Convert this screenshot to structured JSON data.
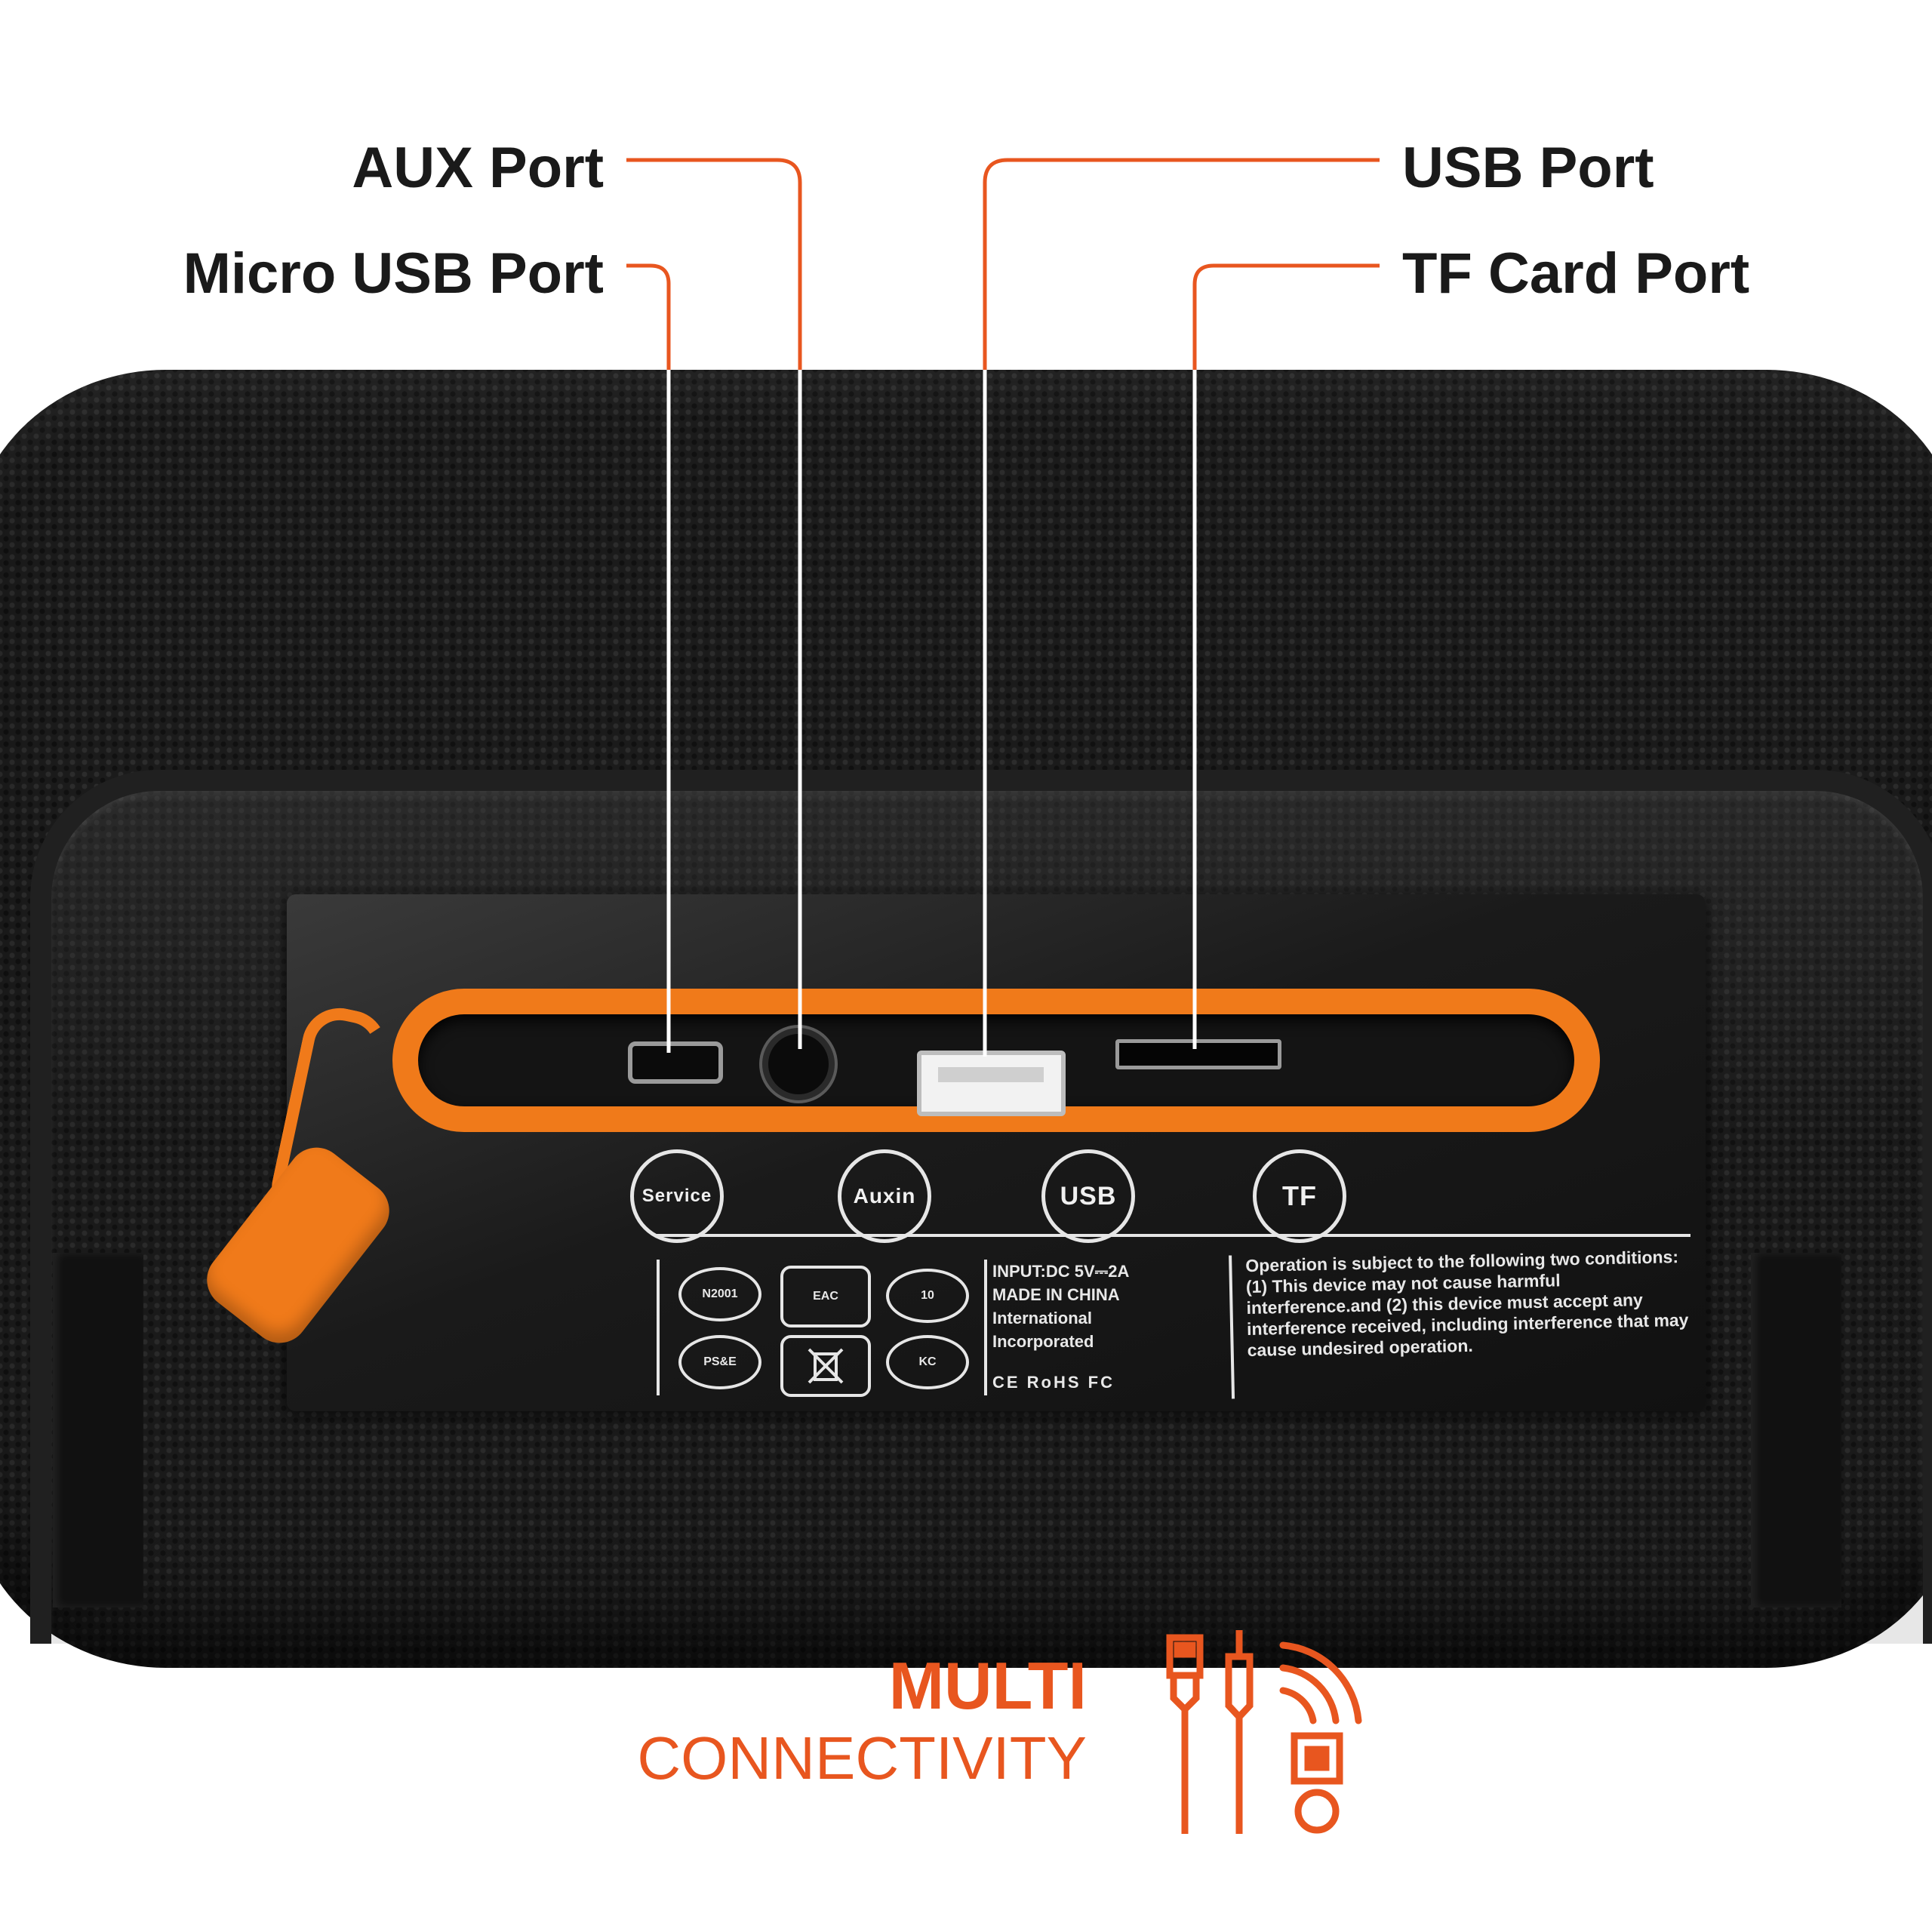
{
  "callouts": {
    "aux_port": "AUX Port",
    "micro_usb_port": "Micro USB Port",
    "usb_port": "USB Port",
    "tf_card_port": "TF Card Port"
  },
  "panel_buttons": {
    "service": "Service",
    "auxin": "Auxin",
    "usb": "USB",
    "tf": "TF"
  },
  "certifications": {
    "c1": "N2001",
    "c2": "EAC",
    "c3": "10",
    "c4": "PS&E",
    "c5": "WEEE",
    "c6": "KC"
  },
  "spec_label": {
    "line1": "INPUT:DC 5V⎓2A",
    "line2": "MADE IN CHINA",
    "line3": "International",
    "line4": "Incorporated",
    "marks": "CE RoHS FC"
  },
  "fcc_notice": "Operation is subject to the following two conditions:(1) This device may not cause harmful interference.and (2) this device must accept any interference received, including interference that may cause undesired operation.",
  "tagline": {
    "line1": "MULTI",
    "line2": "CONNECTIVITY"
  },
  "icons": {
    "usb_cable": "usb-cable-icon",
    "aux_cable": "aux-cable-icon",
    "wireless": "wireless-signal-icon",
    "tf_card": "tf-card-icon"
  },
  "colors": {
    "accent_orange": "#e8561f",
    "zipper_orange": "#f07a1a",
    "speaker_black": "#1b1b1b",
    "text_dark": "#1a1a1a"
  }
}
